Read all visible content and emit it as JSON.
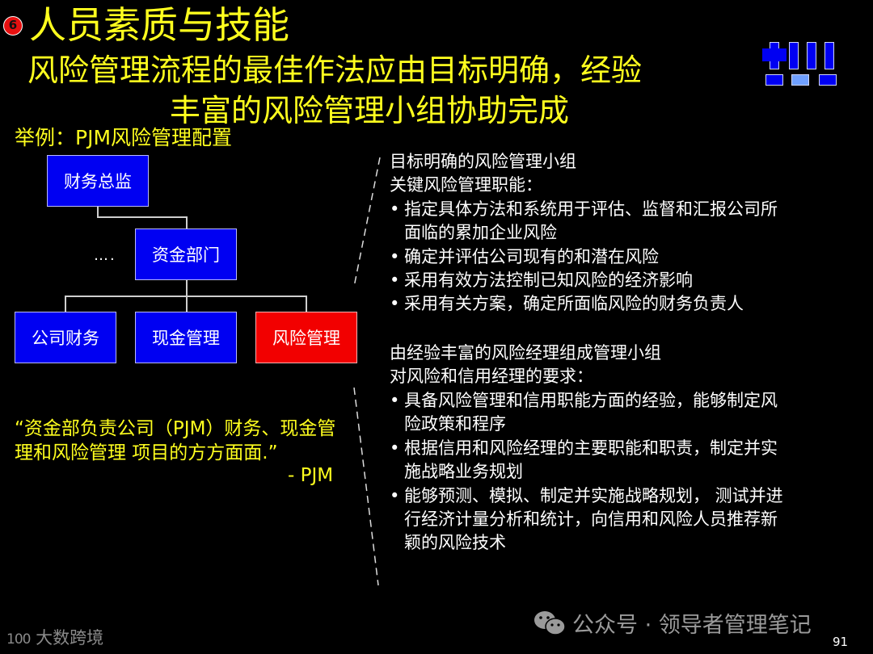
{
  "header": {
    "section_number": "6",
    "section_title": "人员素质与技能",
    "headline_line1": "风险管理流程的最佳作法应由目标明确，经验",
    "headline_line2": "丰富的风险管理小组协助完成",
    "icon": "bars-exclamation-icon"
  },
  "example": {
    "label": "举例：PJM风险管理配置"
  },
  "org_chart": {
    "top": {
      "label": "财务总监",
      "color": "#0000f2"
    },
    "middle": {
      "label": "资金部门",
      "color": "#0000f2"
    },
    "ellipsis": "….",
    "children": [
      {
        "label": "公司财务",
        "color": "#0000f2"
      },
      {
        "label": "现金管理",
        "color": "#0000f2"
      },
      {
        "label": "风险管理",
        "color": "#f20000"
      }
    ]
  },
  "quote": {
    "text": "“资金部负责公司（PJM）财务、现金管理和风险管理 项目的方方面面.”",
    "source": "- PJM"
  },
  "section1": {
    "heading": "目标明确的风险管理小组",
    "subheading": "关键风险管理职能：",
    "bullets": [
      {
        "line1": "指定具体方法和系统用于评估、监督和汇报公司所",
        "line2": "面临的累加企业风险"
      },
      {
        "line1": "确定并评估公司现有的和潜在风险"
      },
      {
        "line1": "采用有效方法控制已知风险的经济影响"
      },
      {
        "line1": "采用有关方案，确定所面临风险的财务负责人"
      }
    ]
  },
  "section2": {
    "heading": "由经验丰富的风险经理组成管理小组",
    "subheading": "对风险和信用经理的要求：",
    "bullets": [
      {
        "line1": "具备风险管理和信用职能方面的经验，能够制定风",
        "line2": "险政策和程序"
      },
      {
        "line1": "根据信用和风险经理的主要职能和职责，制定并实",
        "line2": "施战略业务规划"
      },
      {
        "line1": "能够预测、模拟、制定并实施战略规划， 测试并进",
        "line2": "行经济计量分析和统计，向信用和风险人员推荐新",
        "line3": "颖的风险技术"
      }
    ]
  },
  "footer": {
    "logo_text": "大数跨境",
    "logo_mark": "100",
    "wechat_label": "公众号 · 领导者管理笔记",
    "page_number": "91"
  },
  "colors": {
    "background": "#000000",
    "title": "#ffff1e",
    "box_blue": "#0000f2",
    "box_red": "#f20000",
    "badge": "#e81010"
  }
}
